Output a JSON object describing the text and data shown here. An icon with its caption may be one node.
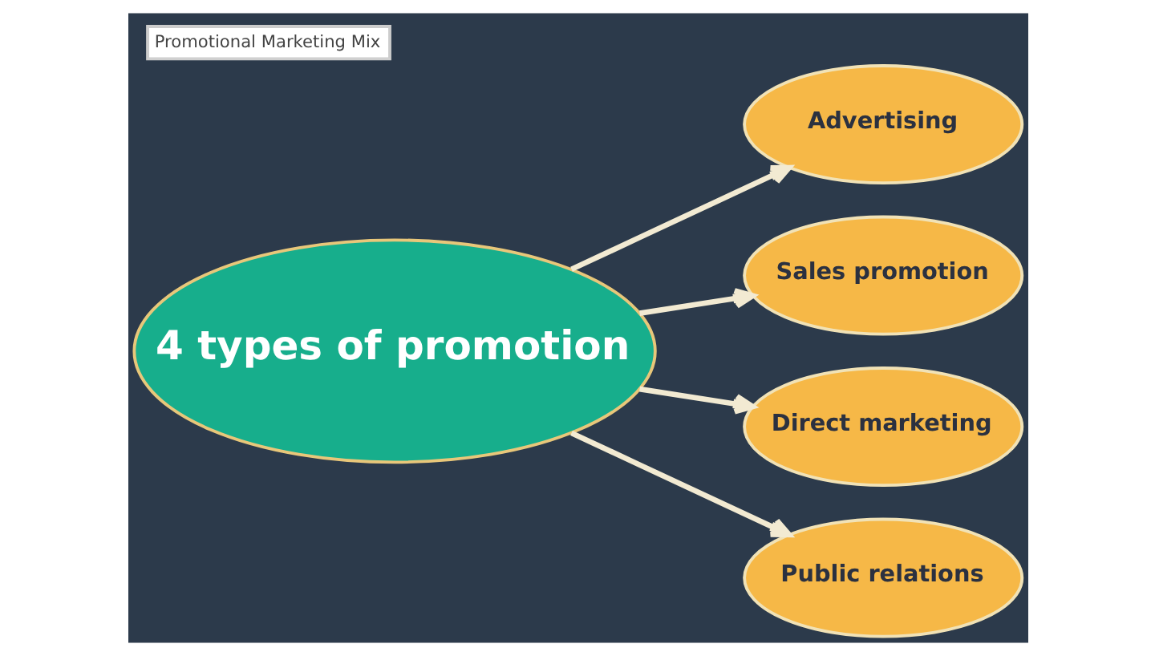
{
  "diagram": {
    "title": "Promotional Marketing Mix",
    "nodes": [
      {
        "text": [
          "4 types of promotion"
        ]
      },
      {
        "text": [
          "Advertising"
        ]
      },
      {
        "text": [
          "Sales promotion"
        ]
      },
      {
        "text": [
          "Direct marketing"
        ]
      },
      {
        "text": [
          "Public relations"
        ]
      }
    ],
    "edges": [
      {
        "from": 0,
        "to": 1,
        "arrow": "to"
      },
      {
        "from": 0,
        "to": 2,
        "arrow": "to"
      },
      {
        "from": 0,
        "to": 3,
        "arrow": "to"
      },
      {
        "from": 0,
        "to": 4,
        "arrow": "to"
      }
    ]
  }
}
